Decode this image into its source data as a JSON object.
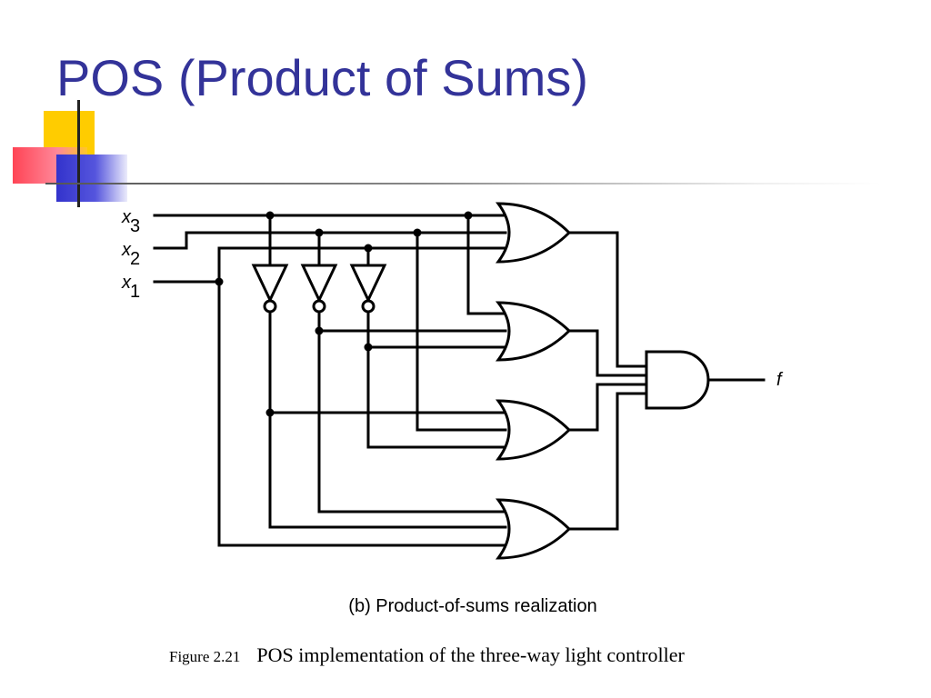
{
  "slide": {
    "title": "POS (Product of Sums)"
  },
  "circuit": {
    "inputs": [
      {
        "letter": "x",
        "subscript": "3"
      },
      {
        "letter": "x",
        "subscript": "2"
      },
      {
        "letter": "x",
        "subscript": "1"
      }
    ],
    "output": "f"
  },
  "caption": "(b) Product-of-sums realization",
  "figure": {
    "number": "Figure 2.21",
    "text": "POS implementation of the three-way light controller"
  }
}
